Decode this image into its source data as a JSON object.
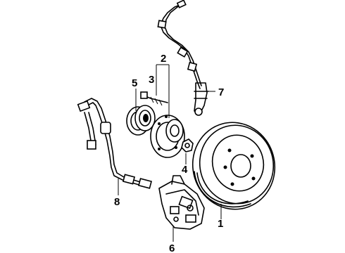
{
  "diagram": {
    "callouts": [
      {
        "id": "1",
        "label": "1",
        "part": "rotor"
      },
      {
        "id": "2",
        "label": "2",
        "part": "hub-assembly"
      },
      {
        "id": "3",
        "label": "3",
        "part": "wheel-stud"
      },
      {
        "id": "4",
        "label": "4",
        "part": "hub-nut"
      },
      {
        "id": "5",
        "label": "5",
        "part": "bearing"
      },
      {
        "id": "6",
        "label": "6",
        "part": "caliper"
      },
      {
        "id": "7",
        "label": "7",
        "part": "abs-sensor"
      },
      {
        "id": "8",
        "label": "8",
        "part": "brake-hose"
      }
    ]
  }
}
